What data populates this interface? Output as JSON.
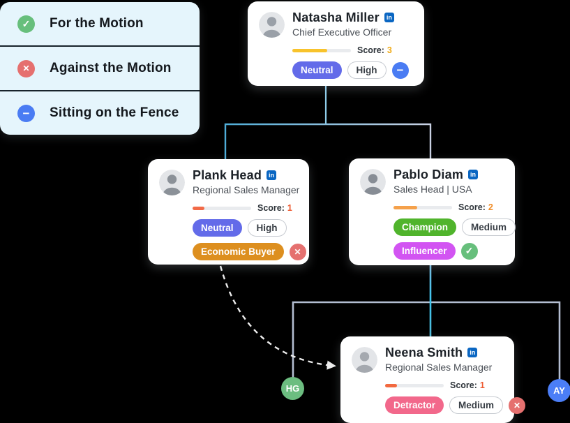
{
  "legend": {
    "items": [
      {
        "label": "For the Motion",
        "icon": "check-circle-icon",
        "color": "#67bf7c"
      },
      {
        "label": "Against the Motion",
        "icon": "x-circle-icon",
        "color": "#e5706f"
      },
      {
        "label": "Sitting on the Fence",
        "icon": "minus-circle-icon",
        "color": "#4a7cf3"
      }
    ]
  },
  "cards": [
    {
      "name": "Natasha Miller",
      "linkedin": "in",
      "title": "Chief Executive Officer",
      "score_label": "Score:",
      "score": "3",
      "bar_style": "width:60%;background:#f8c32c",
      "score_style": "color:#f0ab18",
      "badges": [
        {
          "label": "Neutral",
          "style": "background:#636be9"
        },
        {
          "label": "High",
          "style": ""
        }
      ],
      "status_icon": "minus-circle-icon"
    },
    {
      "name": "Plank Head",
      "linkedin": "in",
      "title": "Regional Sales Manager",
      "score_label": "Score:",
      "score": "1",
      "bar_style": "width:20%;background:#f26a47",
      "score_style": "color:#ee5a30",
      "badges": [
        {
          "label": "Neutral",
          "style": "background:#636be9"
        },
        {
          "label": "High",
          "style": ""
        }
      ],
      "badges2": [
        {
          "label": "Economic Buyer",
          "style": "background:#dd8f1f"
        }
      ],
      "status_icon": "x-circle-icon"
    },
    {
      "name": "Pablo Diam",
      "linkedin": "in",
      "title": "Sales Head | USA",
      "score_label": "Score:",
      "score": "2",
      "bar_style": "width:40%;background:#f5a14b",
      "score_style": "color:#f08c27",
      "badges": [
        {
          "label": "Champion",
          "style": "background:#50b42c"
        },
        {
          "label": "Medium",
          "style": ""
        }
      ],
      "badges2": [
        {
          "label": "Influencer",
          "style": "background:#d254f2"
        }
      ],
      "status_icon": "check-circle-icon"
    },
    {
      "name": "Neena Smith",
      "linkedin": "in",
      "title": "Regional Sales Manager",
      "score_label": "Score:",
      "score": "1",
      "bar_style": "width:20%;background:#f2693f",
      "score_style": "color:#ee5a30",
      "badges": [
        {
          "label": "Detractor",
          "style": "background:#f2688b"
        },
        {
          "label": "Medium",
          "style": ""
        }
      ],
      "status_icon": "x-circle-icon"
    }
  ],
  "nodes": [
    {
      "label": "HG",
      "style": "background:#6cbd80"
    },
    {
      "label": "AY",
      "style": "background:#4b7ef7"
    }
  ],
  "connector_colors": {
    "top_vertical": "#8ecde9",
    "branch_gradient_start": "#4fadd8",
    "branch_gradient_end": "#c9d1e3",
    "pablo_vertical": "#3cc6f0",
    "bottom_connector": "#b3bdd1",
    "dashed_arrow": "#ececec"
  }
}
